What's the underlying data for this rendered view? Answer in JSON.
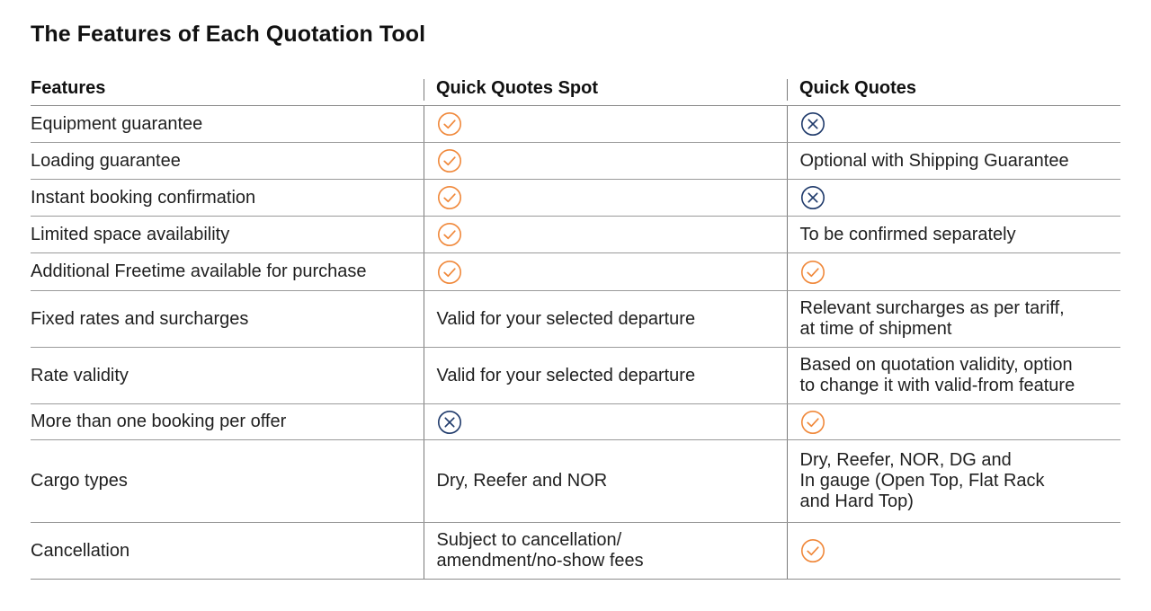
{
  "title": "The Features of Each Quotation Tool",
  "colors": {
    "check": "#f0883a",
    "cross": "#1f3a6b"
  },
  "table": {
    "headers": [
      "Features",
      "Quick Quotes Spot",
      "Quick Quotes"
    ],
    "rows": [
      {
        "feature": "Equipment guarantee",
        "spot": {
          "icon": "check-icon"
        },
        "quotes": {
          "icon": "cross-icon"
        },
        "height": 41
      },
      {
        "feature": "Loading guarantee",
        "spot": {
          "icon": "check-icon"
        },
        "quotes": {
          "text": "Optional with Shipping Guarantee"
        },
        "height": 41
      },
      {
        "feature": "Instant booking confirmation",
        "spot": {
          "icon": "check-icon"
        },
        "quotes": {
          "icon": "cross-icon"
        },
        "height": 41
      },
      {
        "feature": "Limited space availability",
        "spot": {
          "icon": "check-icon"
        },
        "quotes": {
          "text": "To be confirmed separately"
        },
        "height": 41
      },
      {
        "feature": "Additional Freetime available for purchase",
        "spot": {
          "icon": "check-icon"
        },
        "quotes": {
          "icon": "check-icon"
        },
        "height": 42
      },
      {
        "feature": "Fixed rates and surcharges",
        "spot": {
          "text": "Valid for your selected departure"
        },
        "quotes": {
          "text": "Relevant surcharges as per tariff,\nat time of shipment"
        },
        "height": 63
      },
      {
        "feature": "Rate validity",
        "spot": {
          "text": "Valid for your selected departure"
        },
        "quotes": {
          "text": "Based on quotation validity, option\nto change it with valid-from feature"
        },
        "height": 63
      },
      {
        "feature": "More than one booking per offer",
        "spot": {
          "icon": "cross-icon"
        },
        "quotes": {
          "icon": "check-icon"
        },
        "height": 40
      },
      {
        "feature": "Cargo types",
        "spot": {
          "text": "Dry, Reefer and NOR"
        },
        "quotes": {
          "text": "Dry, Reefer, NOR, DG and\nIn gauge (Open Top, Flat Rack\nand Hard Top)"
        },
        "height": 92
      },
      {
        "feature": "Cancellation",
        "spot": {
          "text": "Subject to cancellation/\namendment/no-show fees"
        },
        "quotes": {
          "icon": "check-icon"
        },
        "height": 63
      }
    ]
  }
}
